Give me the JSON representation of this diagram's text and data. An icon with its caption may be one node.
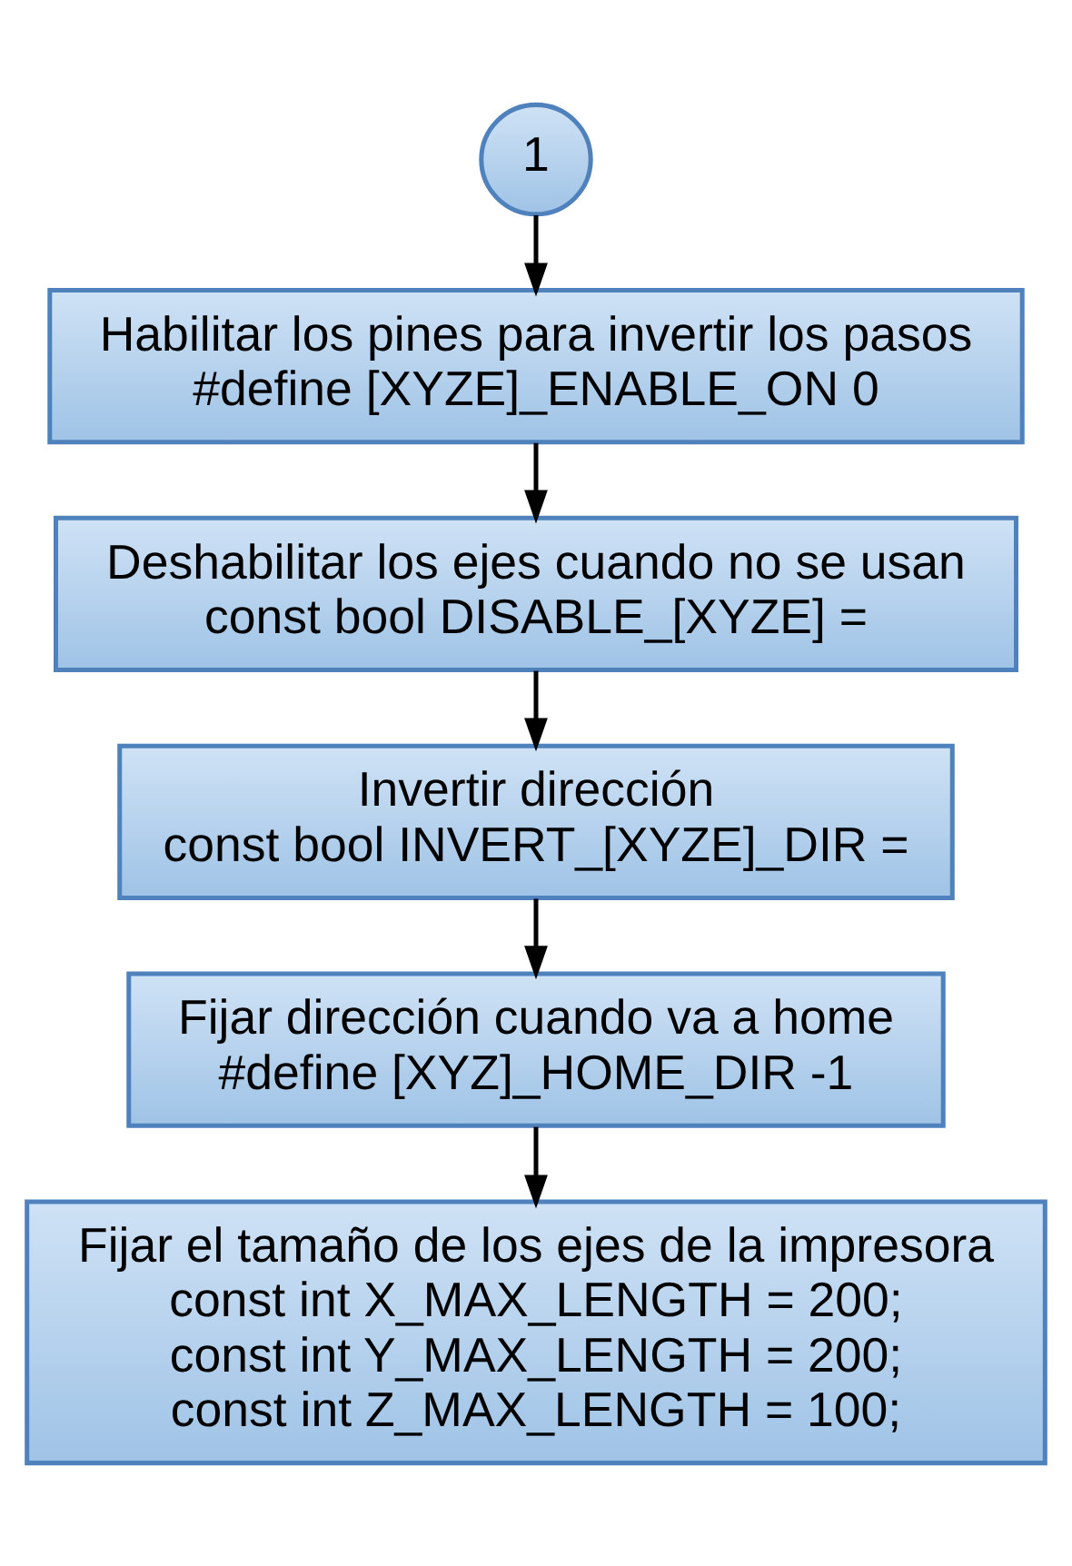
{
  "diagram": {
    "nodes": [
      {
        "text": [
          "1"
        ]
      },
      {
        "text": [
          "Habilitar los pines para invertir los pasos",
          "#define [XYZE]_ENABLE_ON 0"
        ]
      },
      {
        "text": [
          "Deshabilitar los ejes cuando no se usan",
          "const bool DISABLE_[XYZE] ="
        ]
      },
      {
        "text": [
          "Invertir dirección",
          "const bool INVERT_[XYZE]_DIR ="
        ]
      },
      {
        "text": [
          "Fijar dirección cuando va a home",
          "#define [XYZ]_HOME_DIR -1"
        ]
      },
      {
        "text": [
          "Fijar el tamaño de los ejes de la impresora",
          "const int X_MAX_LENGTH = 200;",
          "const int Y_MAX_LENGTH = 200;",
          "const int Z_MAX_LENGTH = 100;"
        ]
      }
    ],
    "edges": [
      {
        "from": 0,
        "to": 1,
        "arrow": "to"
      },
      {
        "from": 1,
        "to": 2,
        "arrow": "to"
      },
      {
        "from": 2,
        "to": 3,
        "arrow": "to"
      },
      {
        "from": 3,
        "to": 4,
        "arrow": "to"
      },
      {
        "from": 4,
        "to": 5,
        "arrow": "to"
      }
    ]
  }
}
